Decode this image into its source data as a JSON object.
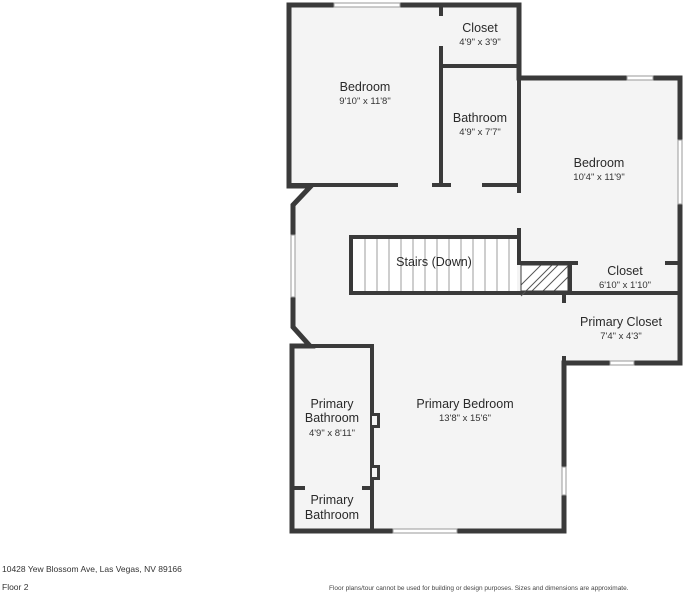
{
  "rooms": {
    "bedroom_nw": {
      "name": "Bedroom",
      "dims": "9'10\" x 11'8\""
    },
    "closet_n": {
      "name": "Closet",
      "dims": "4'9\" x 3'9\""
    },
    "bathroom": {
      "name": "Bathroom",
      "dims": "4'9\" x 7'7\""
    },
    "bedroom_ne": {
      "name": "Bedroom",
      "dims": "10'4\" x 11'9\""
    },
    "stairs": {
      "name": "Stairs (Down)"
    },
    "closet_e": {
      "name": "Closet",
      "dims": "6'10\" x 1'10\""
    },
    "primary_closet": {
      "name": "Primary Closet",
      "dims": "7'4\" x 4'3\""
    },
    "primary_bedroom": {
      "name": "Primary Bedroom",
      "dims": "13'8\" x 15'6\""
    },
    "primary_bath_1": {
      "name_line1": "Primary",
      "name_line2": "Bathroom",
      "dims": "4'9\" x 8'11\""
    },
    "primary_bath_2": {
      "name_line1": "Primary",
      "name_line2": "Bathroom"
    }
  },
  "footer": {
    "address": "10428 Yew Blossom Ave, Las Vegas, NV 89166",
    "floor": "Floor 2",
    "disclaimer": "Floor plans/tour cannot be used for building or design purposes. Sizes and dimensions are approximate."
  }
}
